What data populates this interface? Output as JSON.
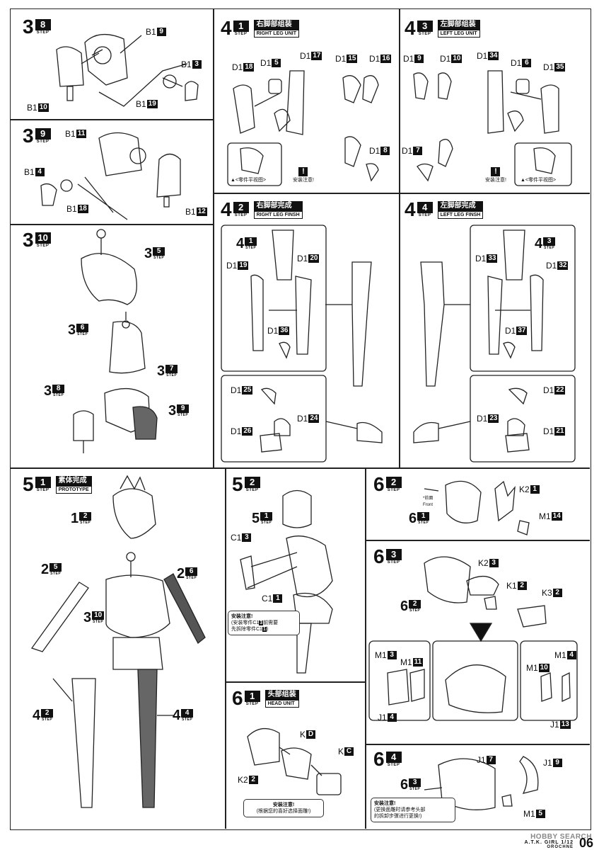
{
  "page": {
    "number": "06",
    "footer": "A.T.K. GIRL 1/12",
    "footer2": "OROCHNE",
    "watermark": "HOBBY SEARCH"
  },
  "steps": {
    "s38": {
      "major": "3",
      "minor": "8",
      "label": "STEP"
    },
    "s39": {
      "major": "3",
      "minor": "9",
      "label": "STEP"
    },
    "s310": {
      "major": "3",
      "minor": "10",
      "label": "STEP"
    },
    "s41": {
      "major": "4",
      "minor": "1",
      "label": "STEP",
      "title_cn": "右脚部组装",
      "title_en": "RIGHT LEG UNIT"
    },
    "s43": {
      "major": "4",
      "minor": "3",
      "label": "STEP",
      "title_cn": "左脚部组装",
      "title_en": "LEFT LEG UNIT"
    },
    "s42": {
      "major": "4",
      "minor": "2",
      "label": "STEP",
      "title_cn": "右脚部完成",
      "title_en": "RIGHT LEG FINSH"
    },
    "s44": {
      "major": "4",
      "minor": "4",
      "label": "STEP",
      "title_cn": "左脚部完成",
      "title_en": "LEFT LEG FINSH"
    },
    "s51": {
      "major": "5",
      "minor": "1",
      "label": "STEP",
      "title_cn": "素体完成",
      "title_en": "PROTOTYPE"
    },
    "s52": {
      "major": "5",
      "minor": "2",
      "label": "STEP"
    },
    "s61": {
      "major": "6",
      "minor": "1",
      "label": "STEP",
      "title_cn": "头部组装",
      "title_en": "HEAD UNIT"
    },
    "s62": {
      "major": "6",
      "minor": "2",
      "label": "STEP"
    },
    "s63": {
      "major": "6",
      "minor": "3",
      "label": "STEP"
    },
    "s64": {
      "major": "6",
      "minor": "4",
      "label": "STEP"
    }
  },
  "parts": {
    "b19": {
      "code": "B1",
      "num": "9"
    },
    "b13": {
      "code": "B1",
      "num": "3"
    },
    "b110": {
      "code": "B1",
      "num": "10"
    },
    "b119": {
      "code": "B1",
      "num": "19"
    },
    "b111": {
      "code": "B1",
      "num": "11"
    },
    "b14": {
      "code": "B1",
      "num": "4"
    },
    "b118": {
      "code": "B1",
      "num": "18"
    },
    "b112": {
      "code": "B1",
      "num": "12"
    },
    "d118": {
      "code": "D1",
      "num": "18"
    },
    "d15": {
      "code": "D1",
      "num": "5"
    },
    "d117": {
      "code": "D1",
      "num": "17"
    },
    "d115": {
      "code": "D1",
      "num": "15"
    },
    "d116": {
      "code": "D1",
      "num": "16"
    },
    "d18": {
      "code": "D1",
      "num": "8"
    },
    "d19": {
      "code": "D1",
      "num": "9"
    },
    "d110": {
      "code": "D1",
      "num": "10"
    },
    "d134": {
      "code": "D1",
      "num": "34"
    },
    "d16": {
      "code": "D1",
      "num": "6"
    },
    "d135": {
      "code": "D1",
      "num": "35"
    },
    "d17": {
      "code": "D1",
      "num": "7"
    },
    "d120": {
      "code": "D1",
      "num": "20"
    },
    "d119": {
      "code": "D1",
      "num": "19"
    },
    "d136": {
      "code": "D1",
      "num": "36"
    },
    "d125": {
      "code": "D1",
      "num": "25"
    },
    "d124": {
      "code": "D1",
      "num": "24"
    },
    "d126": {
      "code": "D1",
      "num": "26"
    },
    "d133": {
      "code": "D1",
      "num": "33"
    },
    "d132": {
      "code": "D1",
      "num": "32"
    },
    "d137": {
      "code": "D1",
      "num": "37"
    },
    "d122": {
      "code": "D1",
      "num": "22"
    },
    "d123": {
      "code": "D1",
      "num": "23"
    },
    "d121": {
      "code": "D1",
      "num": "21"
    },
    "c13": {
      "code": "C1",
      "num": "3"
    },
    "c11": {
      "code": "C1",
      "num": "1"
    },
    "k21": {
      "code": "K2",
      "num": "1"
    },
    "m114": {
      "code": "M1",
      "num": "14"
    },
    "k23": {
      "code": "K2",
      "num": "3"
    },
    "k12": {
      "code": "K1",
      "num": "2"
    },
    "k32": {
      "code": "K3",
      "num": "2"
    },
    "m13": {
      "code": "M1",
      "num": "3"
    },
    "m111": {
      "code": "M1",
      "num": "11"
    },
    "j14": {
      "code": "J1",
      "num": "4"
    },
    "m110": {
      "code": "M1",
      "num": "10"
    },
    "m14": {
      "code": "M1",
      "num": "4"
    },
    "j113": {
      "code": "J1",
      "num": "13"
    },
    "kd": {
      "code": "K",
      "num": "D"
    },
    "kc": {
      "code": "K",
      "num": "C"
    },
    "k22": {
      "code": "K2",
      "num": "2"
    },
    "j17": {
      "code": "J1",
      "num": "7"
    },
    "j19": {
      "code": "J1",
      "num": "9"
    },
    "m15": {
      "code": "M1",
      "num": "5"
    }
  },
  "notes": {
    "flat_view": "▲<零件平视图>",
    "install_note": "安装注意!",
    "c1_note_title": "安装注意!",
    "c1_note_line1": "(安装零件C1",
    "c1_note_line1b": "前需要",
    "c1_note_line2": "先拆除零件C1",
    "c1_note_line2b": ")",
    "head_note_title": "安装注意!",
    "head_note_body": "(根据您的喜好选择面雕!)",
    "head_note2_body": "(更换面雕时请参考头部\n的拆卸步骤进行更换!)",
    "front": "*前面\nFront"
  }
}
